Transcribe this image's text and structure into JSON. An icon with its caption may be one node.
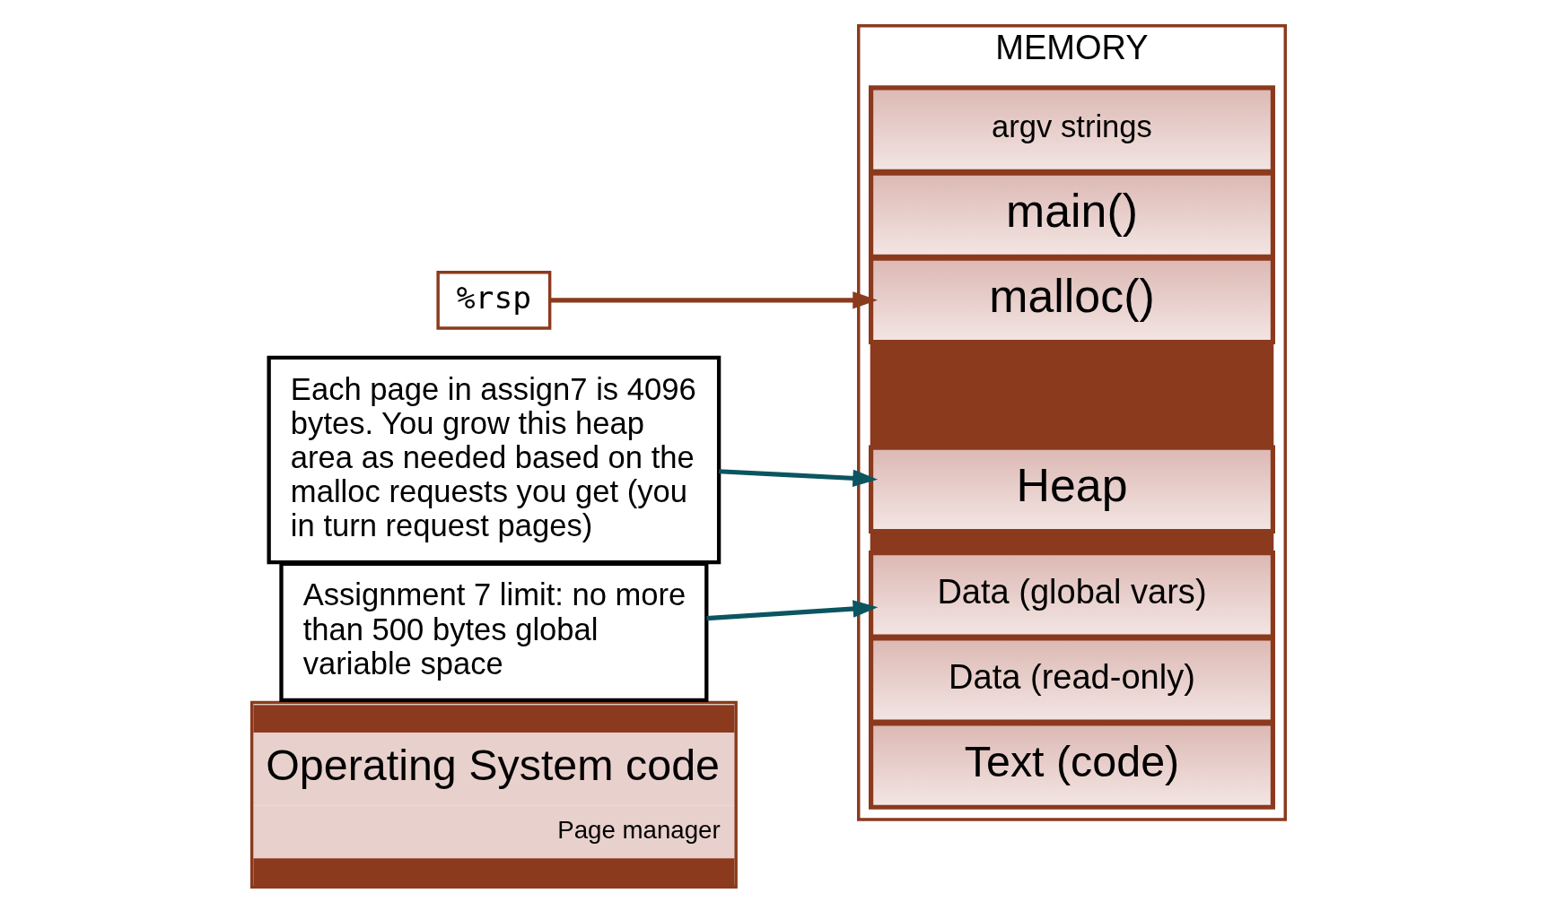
{
  "diagram": {
    "nodes": [
      {
        "text": [
          "MEMORY"
        ]
      },
      {
        "text": [
          "argv strings"
        ],
        "in": 0
      },
      {
        "text": [
          "main()"
        ],
        "in": 0
      },
      {
        "text": [
          "malloc()"
        ],
        "in": 0
      },
      {
        "text": [],
        "shape": "box",
        "in": 0
      },
      {
        "text": [
          "Heap"
        ],
        "in": 0
      },
      {
        "text": [],
        "shape": "bar",
        "in": 0
      },
      {
        "text": [
          "Data (global vars)"
        ],
        "in": 0
      },
      {
        "text": [
          "Data (read-only)"
        ],
        "in": 0
      },
      {
        "text": [
          "Text (code)"
        ],
        "in": 0
      },
      {
        "text": [
          "Operating System code",
          "Page manager"
        ]
      },
      {
        "text": [
          "%rsp"
        ]
      },
      {
        "text": [
          "Each page in assign7 is 4096 bytes. You grow this heap area as needed based on the malloc requests you get (you in turn request pages)"
        ]
      },
      {
        "text": [
          "Assignment 7 limit: no more than 500 bytes global variable space"
        ]
      }
    ],
    "edges": [
      {
        "from": 11,
        "to": 3,
        "arrow": "to",
        "color": "#8b3a1e"
      },
      {
        "from": 12,
        "to": 5,
        "arrow": "to"
      },
      {
        "from": 13,
        "to": 7,
        "arrow": "to"
      }
    ]
  }
}
